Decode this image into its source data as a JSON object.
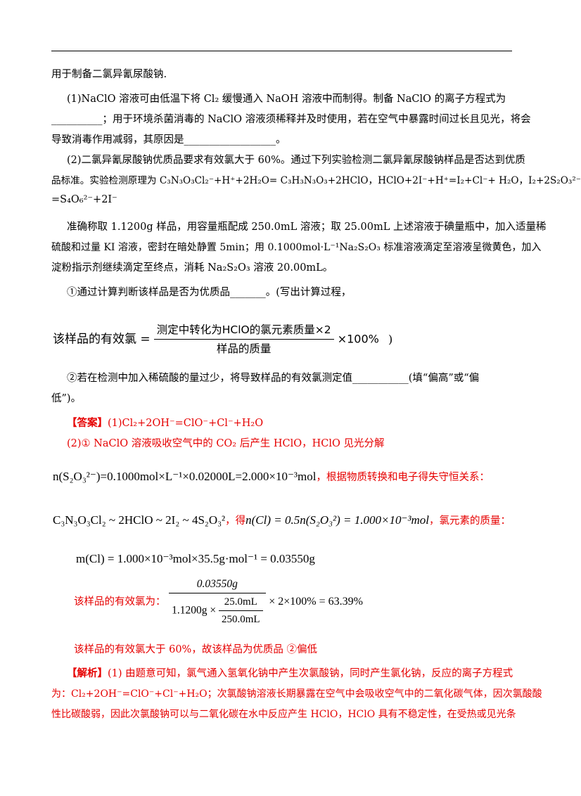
{
  "lines": {
    "l1": "用于制备二氯异氰尿酸钠.",
    "q1_a": "(1)NaClO 溶液可由低温下将 Cl₂ 缓慢通入 NaOH 溶液中而制得。制备  NaClO 的离子方程式为",
    "q1_b": "__________；用于环境杀菌消毒的 NaClO 溶液须稀释并及时使用，若在空气中暴露时间过长且见光，将会",
    "q1_c": "导致消毒作用减弱，其原因是__________________。",
    "q2_a": "(2)二氯异氰尿酸钠优质品要求有效氯大于 60%。通过下列实验检测二氯异氰尿酸钠样品是否达到优质",
    "q2_b": "品标准。实验检测原理为 C₃N₃O₃Cl₂⁻+H⁺+2H₂O= C₃H₃N₃O₃+2HClO，HClO+2I⁻+H⁺=I₂+Cl⁻+ H₂O，I₂+2S₂O₃²⁻",
    "q2_c": "=S₄O₆²⁻+2I⁻",
    "q2_d": "准确称取 1.1200g 样品，用容量瓶配成 250.0mL 溶液；取 25.00mL 上述溶液于碘量瓶中，加入适量稀",
    "q2_e": "硫酸和过量 KI 溶液，密封在暗处静置 5min；用 0.1000mol·L⁻¹Na₂S₂O₃ 标准溶液滴定至溶液呈微黄色，加入",
    "q2_f": "淀粉指示剂继续滴定至终点，消耗 Na₂S₂O₃ 溶液 20.00mL。",
    "q2_g": "①通过计算判断该样品是否为优质品_______。(写出计算过程，",
    "q2_h": "②若在检测中加入稀硫酸的量过少，将导致样品的有效氯测定值___________(填“偏高”或“偏",
    "q2_i": "低”)。"
  },
  "formula": {
    "lhs": "该样品的有效氯 =",
    "num": "测定中转化为HClO的氯元素质量×2",
    "den": "样品的质量",
    "tail": "×100%",
    "close": ")"
  },
  "answer": {
    "tag": "【答案】",
    "a1": "(1)Cl₂+2OH⁻=ClO⁻+Cl⁻+H₂O",
    "a2": "(2)① NaClO 溶液吸收空气中的 CO₂ 后产生 HClO，HClO 见光分解",
    "eq1": "n(S₂O₃²⁻)=0.1000mol×L⁻¹×0.02000L=2.000×10⁻³mol",
    "eq1_tail": "，根据物质转换和电子得失守恒关系：",
    "eq2": "C₃N₃O₃Cl₂ ~ 2HClO ~ 2I₂ ~ 4S₂O₃²",
    "eq2_mid": "，得",
    "eq2_b": "n(Cl) = 0.5n(S₂O₃²) = 1.000×10⁻³mol",
    "eq2_tail": "，氯元素的质量：",
    "eq3": "m(Cl) = 1.000×10⁻³mol×35.5g·mol⁻¹ = 0.03550g",
    "eff_label": "该样品的有效氯为：",
    "eff_num": "0.03550g",
    "eff_den_a": "1.1200g ×",
    "eff_den_num": "25.0mL",
    "eff_den_den": "250.0mL",
    "eff_tail": "× 2×100% = 63.39%",
    "concl": "该样品的有效氯大于 60%，故该样品为优质品        ②偏低"
  },
  "analysis": {
    "tag": "【解析】",
    "t1": "(1)  由题意可知，氯气通入氢氧化钠中产生次氯酸钠，同时产生氯化钠，反应的离子方程式",
    "t2": "为：Cl₂+2OH⁻=ClO⁻+Cl⁻+H₂O；次氯酸钠溶液长期暴露在空气中会吸收空气中的二氧化碳气体，因次氯酸酸",
    "t3": "性比碳酸弱，因此次氯酸钠可以与二氧化碳在水中反应产生 HClO，HClO 具有不稳定性，在受热或见光条"
  }
}
